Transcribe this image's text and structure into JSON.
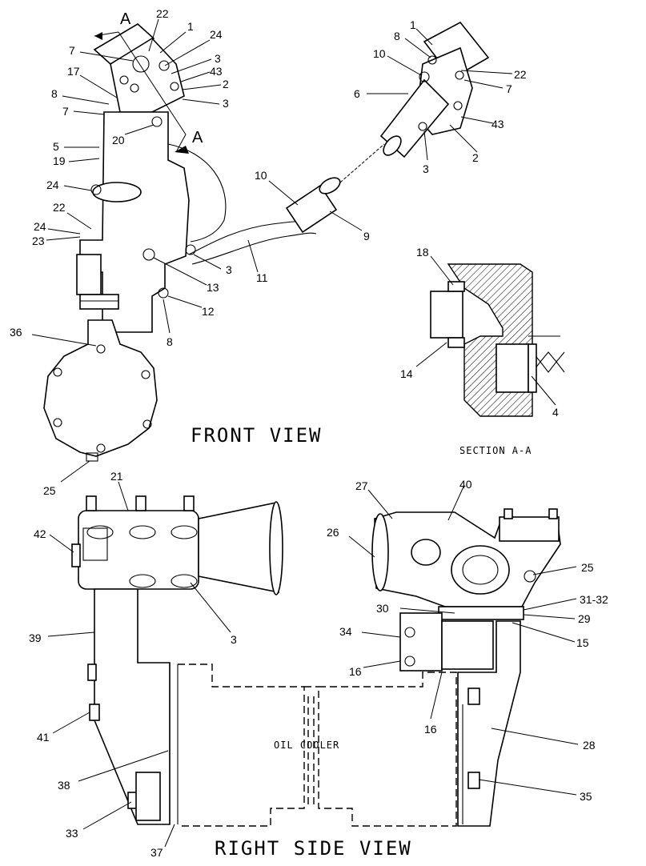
{
  "views": {
    "front": "FRONT VIEW",
    "section": "SECTION A-A",
    "side": "RIGHT SIDE VIEW",
    "oil_cooler": "OIL COOLER",
    "section_marker_top": "A",
    "section_marker_bottom": "A"
  },
  "front_callouts": [
    "22",
    "1",
    "24",
    "7",
    "3",
    "17",
    "43",
    "2",
    "8",
    "3",
    "7",
    "20",
    "5",
    "19",
    "24",
    "22",
    "24",
    "23",
    "36",
    "13",
    "3",
    "12",
    "8",
    "25",
    "11",
    "10",
    "9"
  ],
  "exploded_callouts": [
    "1",
    "8",
    "10",
    "22",
    "6",
    "7",
    "43",
    "2",
    "3"
  ],
  "section_callouts": [
    "18",
    "14",
    "4"
  ],
  "side_callouts": [
    "21",
    "42",
    "3",
    "39",
    "41",
    "38",
    "33",
    "37",
    "27",
    "40",
    "26",
    "25",
    "30",
    "31-32",
    "29",
    "34",
    "15",
    "16",
    "16",
    "28",
    "35"
  ]
}
